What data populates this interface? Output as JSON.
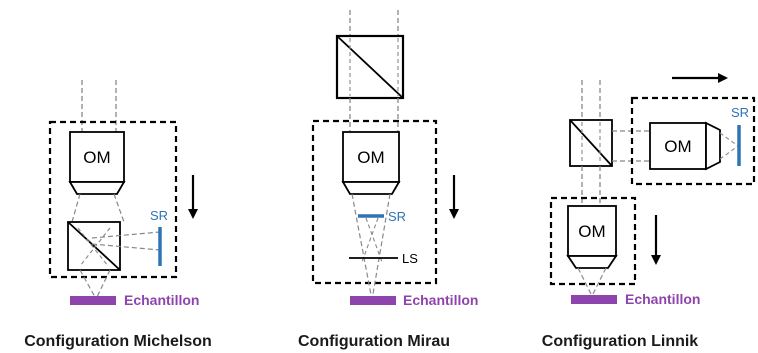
{
  "colors": {
    "mirror": "#2e74b5",
    "sample": "#8e44ad",
    "dash": "#777777",
    "ink": "#000000"
  },
  "labels": {
    "om": "OM",
    "sr": "SR",
    "ls": "LS",
    "sample": "Echantillon"
  },
  "configurations": [
    {
      "caption": "Configuration Michelson"
    },
    {
      "caption": "Configuration Mirau"
    },
    {
      "caption": "Configuration Linnik"
    }
  ]
}
